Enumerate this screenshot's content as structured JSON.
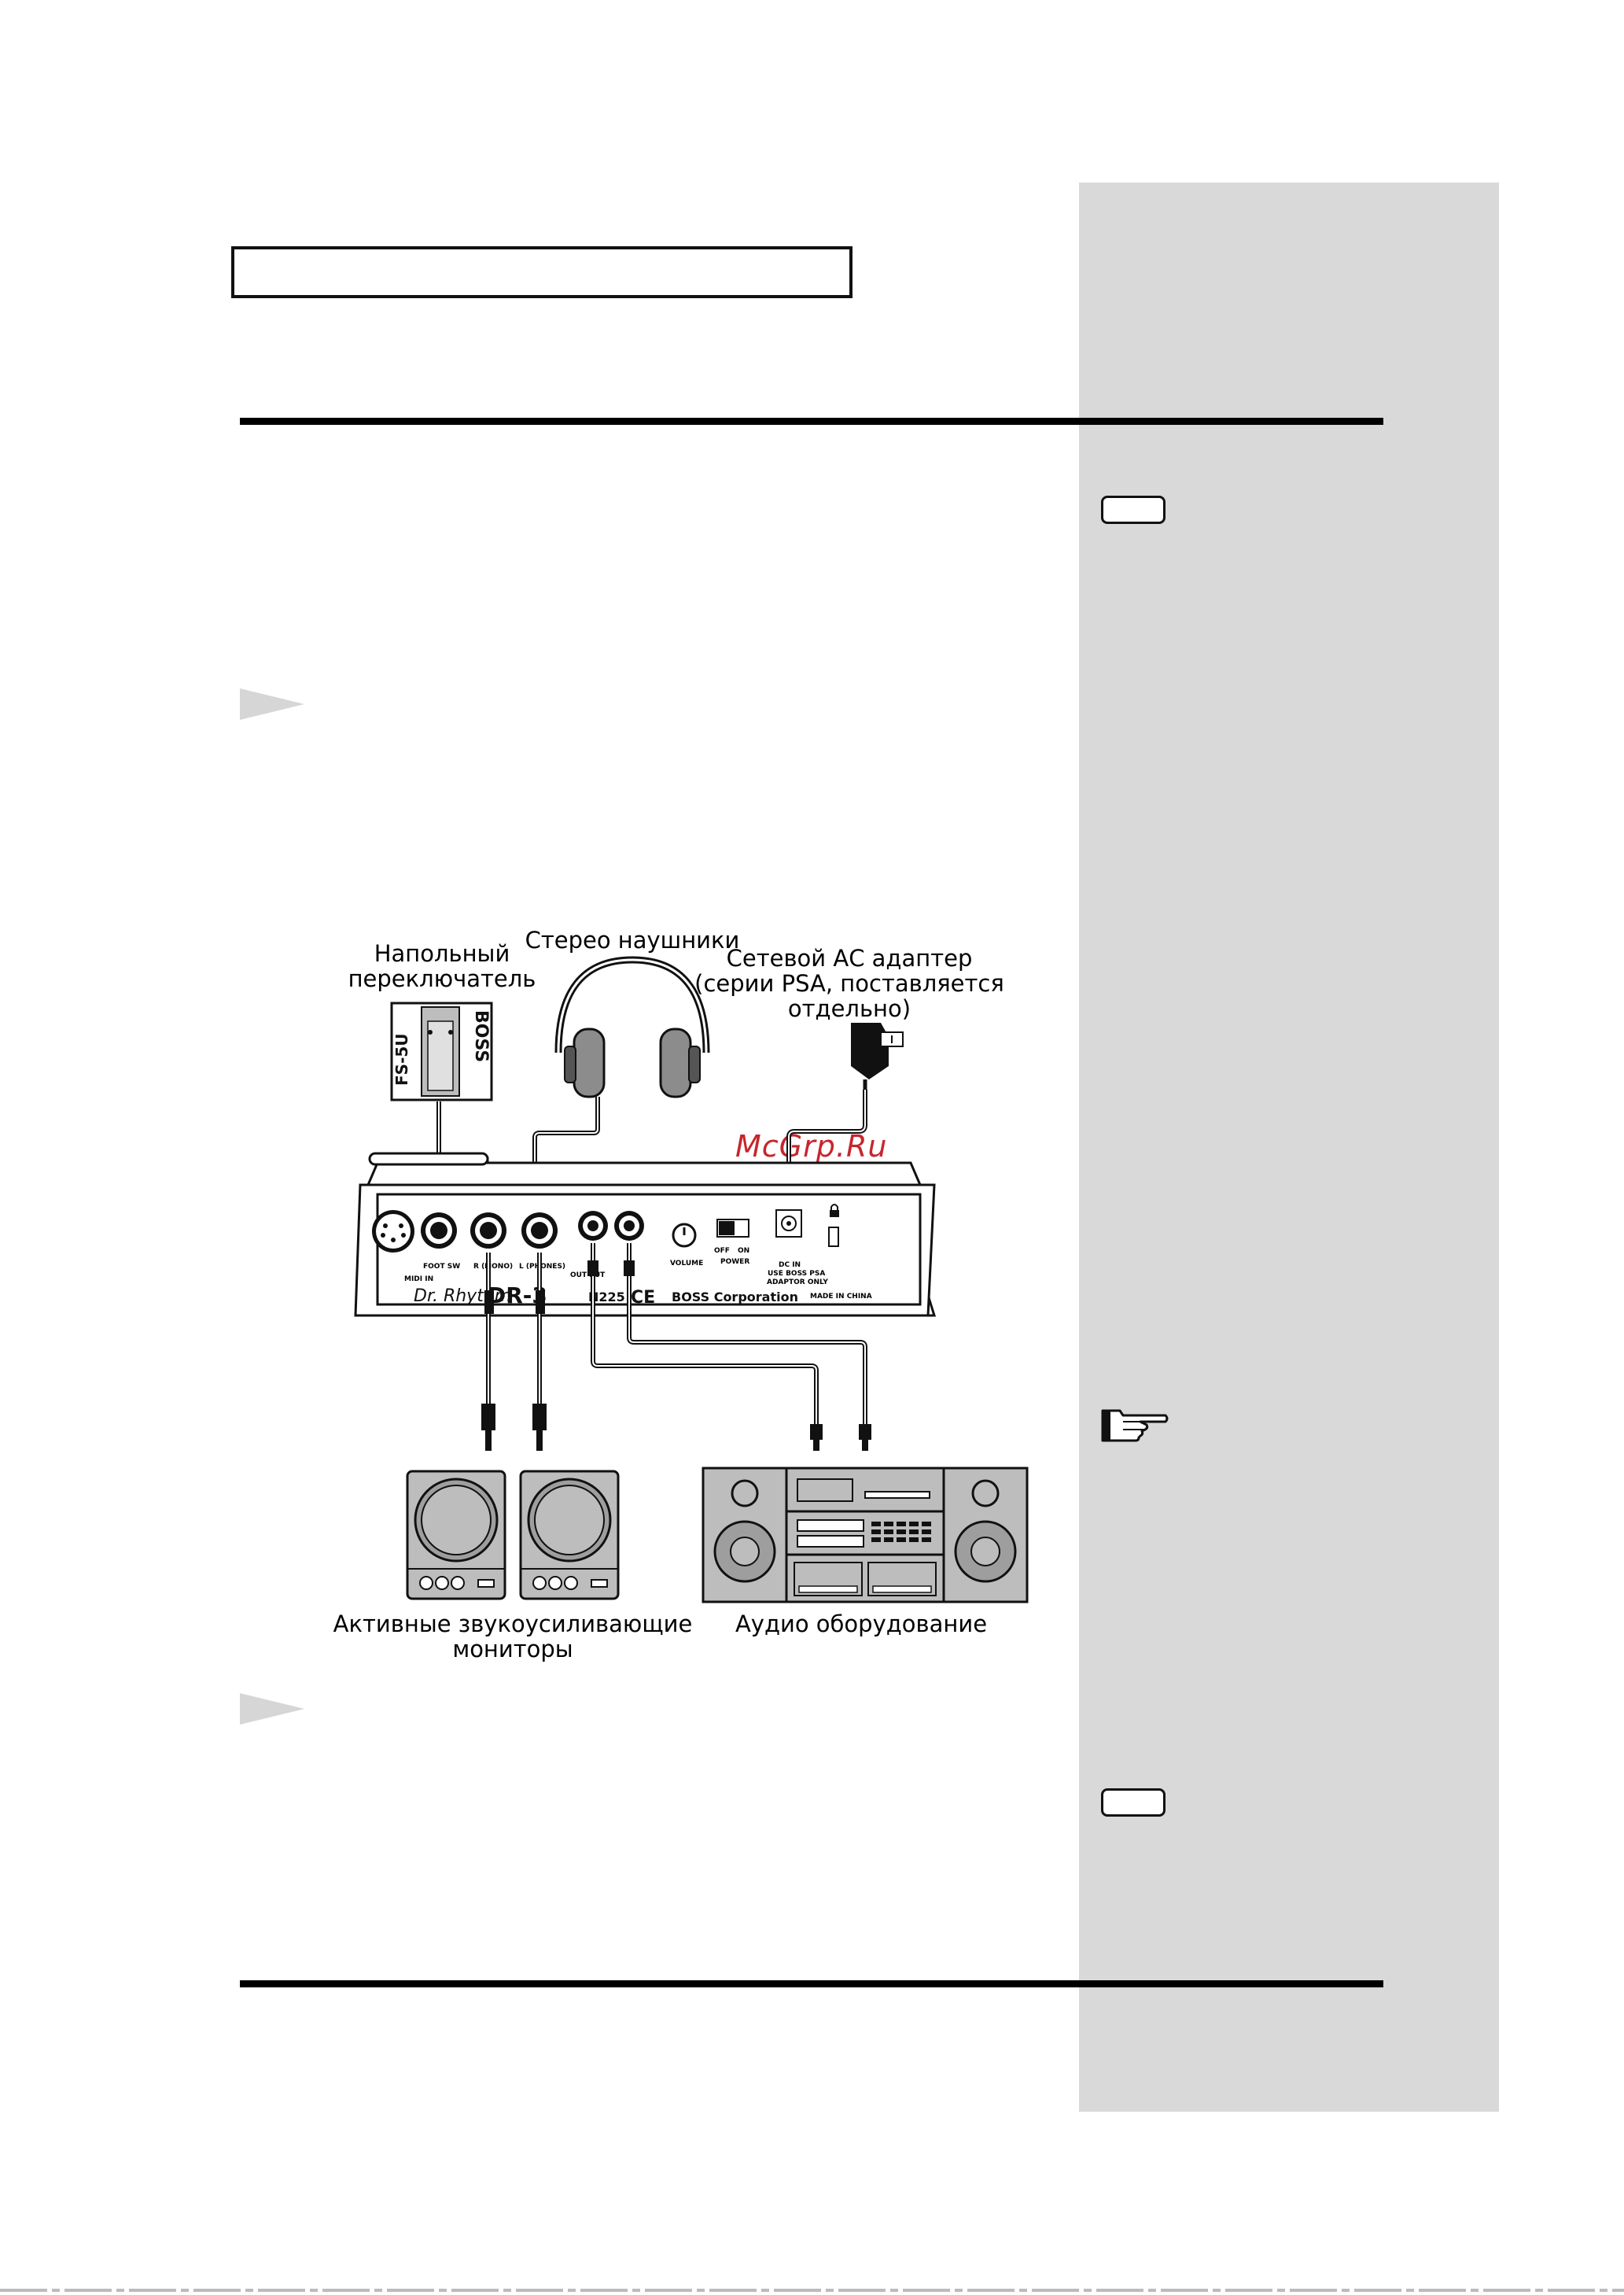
{
  "diagram": {
    "labels": {
      "foot_switch": [
        "Напольный",
        "переключатель"
      ],
      "headphones": "Стерео наушники",
      "ac_adapter": [
        "Сетевой АС адаптер",
        "(серии PSA, поставляется",
        "отдельно)"
      ],
      "monitors": [
        "Активные звукоусиливающие",
        "мониторы"
      ],
      "audio_equipment": "Аудио оборудование"
    },
    "pedal": {
      "model": "FS-5U",
      "brand": "BOSS"
    },
    "panel": {
      "midi_in": "MIDI IN",
      "foot_sw": "FOOT SW",
      "r_mono": "R (MONO)",
      "l_phones": "L (PHONES)",
      "output": "OUT PUT",
      "volume": "VOLUME",
      "off": "OFF",
      "on": "ON",
      "power": "POWER",
      "dc_in": "DC IN",
      "use_psa": "USE BOSS PSA",
      "adaptor_only": "ADAPTOR ONLY",
      "made_in": "MADE IN CHINA",
      "product": "Dr. Rhythm",
      "model": "DR-3",
      "n_mark": "N225",
      "ce": "CE",
      "corporation": "BOSS Corporation"
    }
  },
  "watermark": "McGrp.Ru",
  "icons": {
    "note_badge": "note-badge-icon",
    "step": "step-arrow-icon",
    "hint": "pointing-hand-icon"
  },
  "colors": {
    "sidebar": "#d9d9d9",
    "watermark": "#c6262e",
    "rule": "#000000"
  }
}
